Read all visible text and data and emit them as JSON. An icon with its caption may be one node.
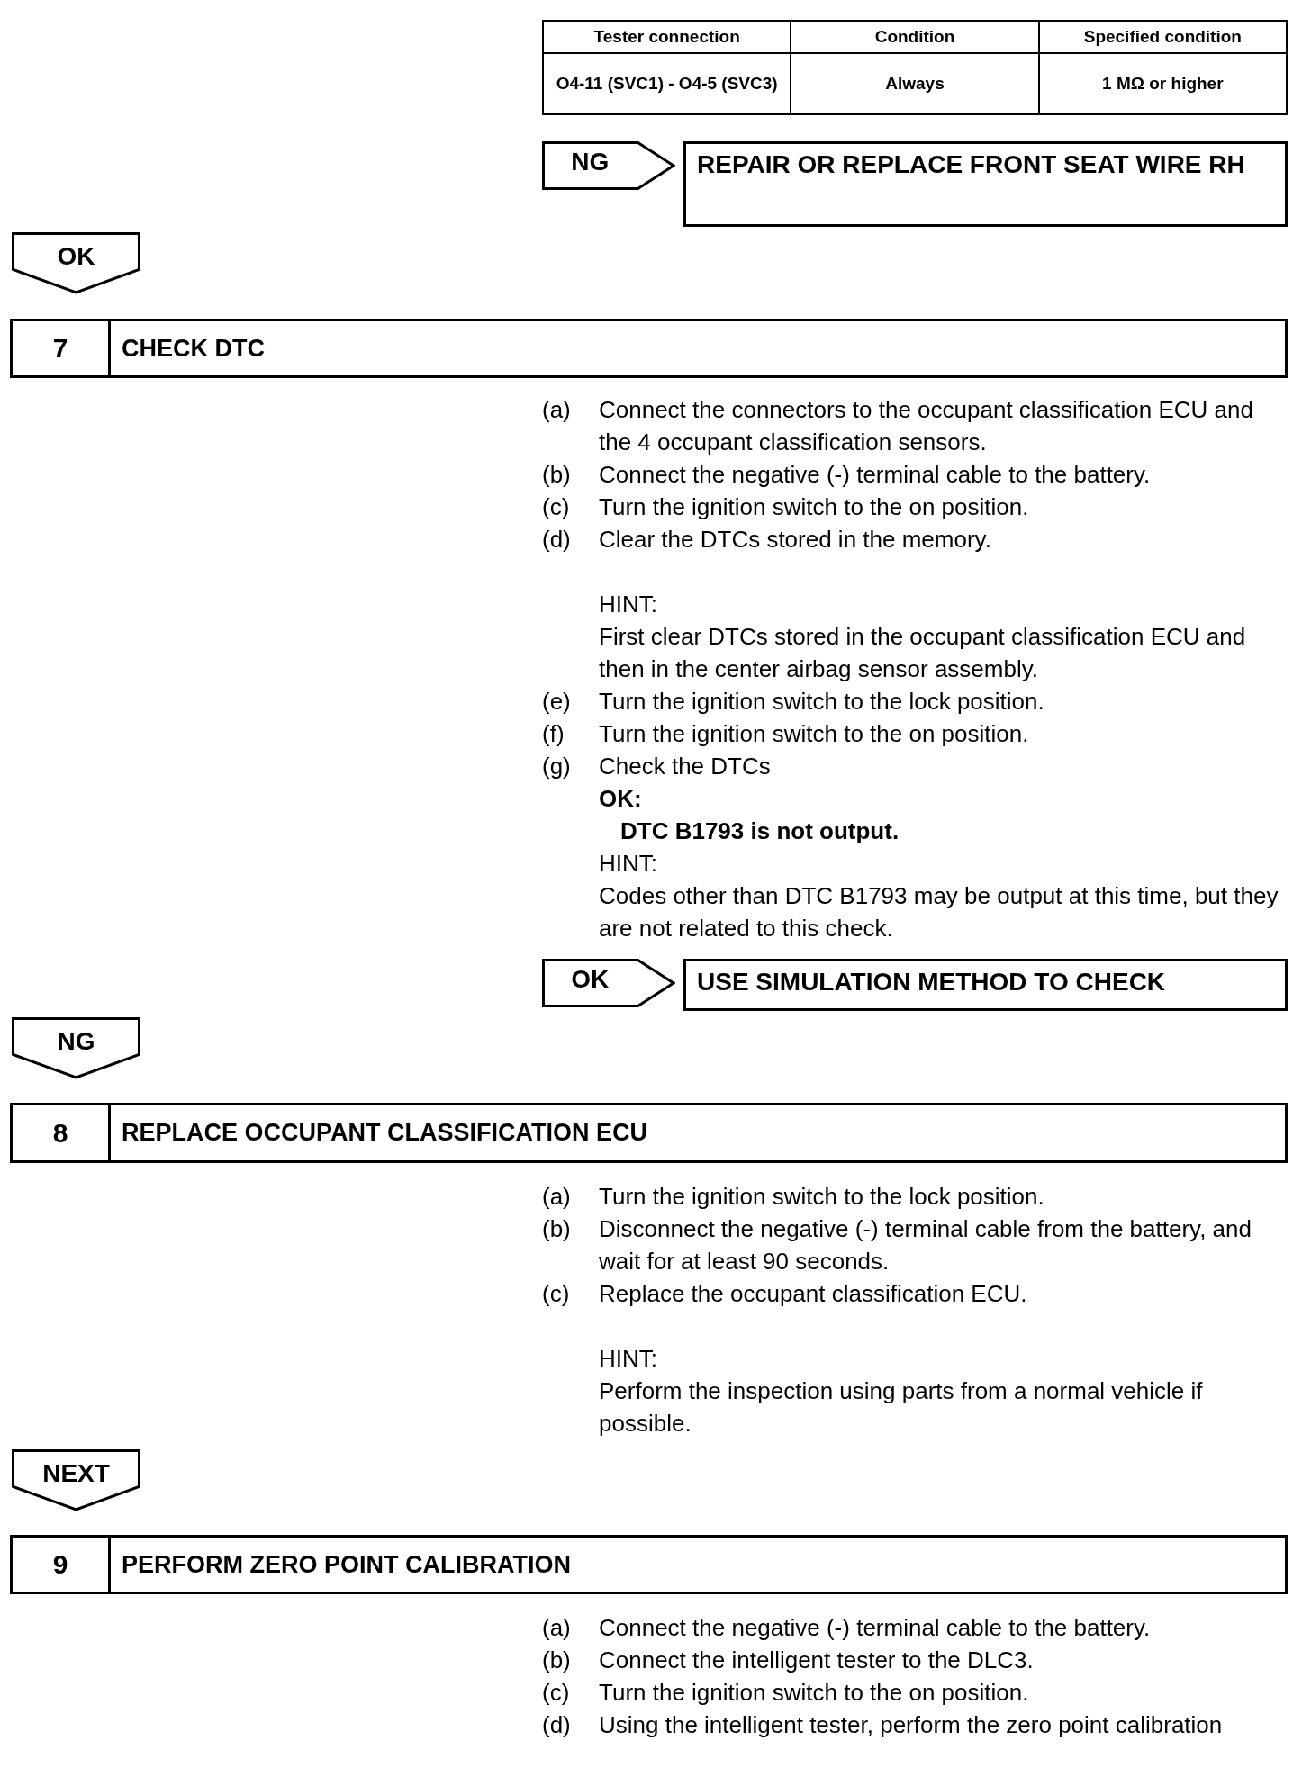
{
  "diagram": {
    "nodes": [
      {
        "text": [
          "NG"
        ]
      },
      {
        "text": [
          "REPAIR OR REPLACE FRONT SEAT WIRE RH"
        ]
      },
      {
        "text": [
          "OK"
        ]
      },
      {
        "text": [
          "7",
          "CHECK DTC"
        ]
      },
      {
        "text": [
          "OK"
        ]
      },
      {
        "text": [
          "USE SIMULATION METHOD TO CHECK"
        ]
      },
      {
        "text": [
          "NG"
        ]
      },
      {
        "text": [
          "8",
          "REPLACE OCCUPANT CLASSIFICATION ECU"
        ]
      },
      {
        "text": [
          "NEXT"
        ]
      },
      {
        "text": [
          "9",
          "PERFORM ZERO POINT CALIBRATION"
        ]
      }
    ],
    "labels": [
      "Tester connection",
      "Condition",
      "Specified condition",
      "O4-11 (SVC1) - O4-5 (SVC3)",
      "Always",
      "1 MΩ or higher",
      "(a)",
      "Connect the connectors to the occupant classification ECU and the 4 occupant classification sensors.",
      "(b)",
      "Connect the negative (-) terminal cable to the battery.",
      "(c)",
      "Turn the ignition switch to the on position.",
      "(d)",
      "Clear the DTCs stored in the memory.",
      "HINT:",
      "First clear DTCs stored in the occupant classification ECU and then in the center airbag sensor assembly.",
      "(e)",
      "Turn the ignition switch to the lock position.",
      "(f)",
      "Turn the ignition switch to the on position.",
      "(g)",
      "Check the DTCs",
      "OK:",
      "DTC B1793 is not output.",
      "HINT:",
      "Codes other than DTC B1793 may be output at this time, but they are not related to this check.",
      "(a)",
      "Turn the ignition switch to the lock position.",
      "(b)",
      "Disconnect the negative (-) terminal cable from the battery, and wait for at least 90 seconds.",
      "(c)",
      "Replace the occupant classification ECU.",
      "HINT:",
      "Perform the inspection using parts from a normal vehicle if possible.",
      "(a)",
      "Connect the negative (-) terminal cable to the battery.",
      "(b)",
      "Connect the intelligent tester to the DLC3.",
      "(c)",
      "Turn the ignition switch to the on position.",
      "(d)",
      "Using the intelligent tester, perform the zero point calibration"
    ]
  }
}
